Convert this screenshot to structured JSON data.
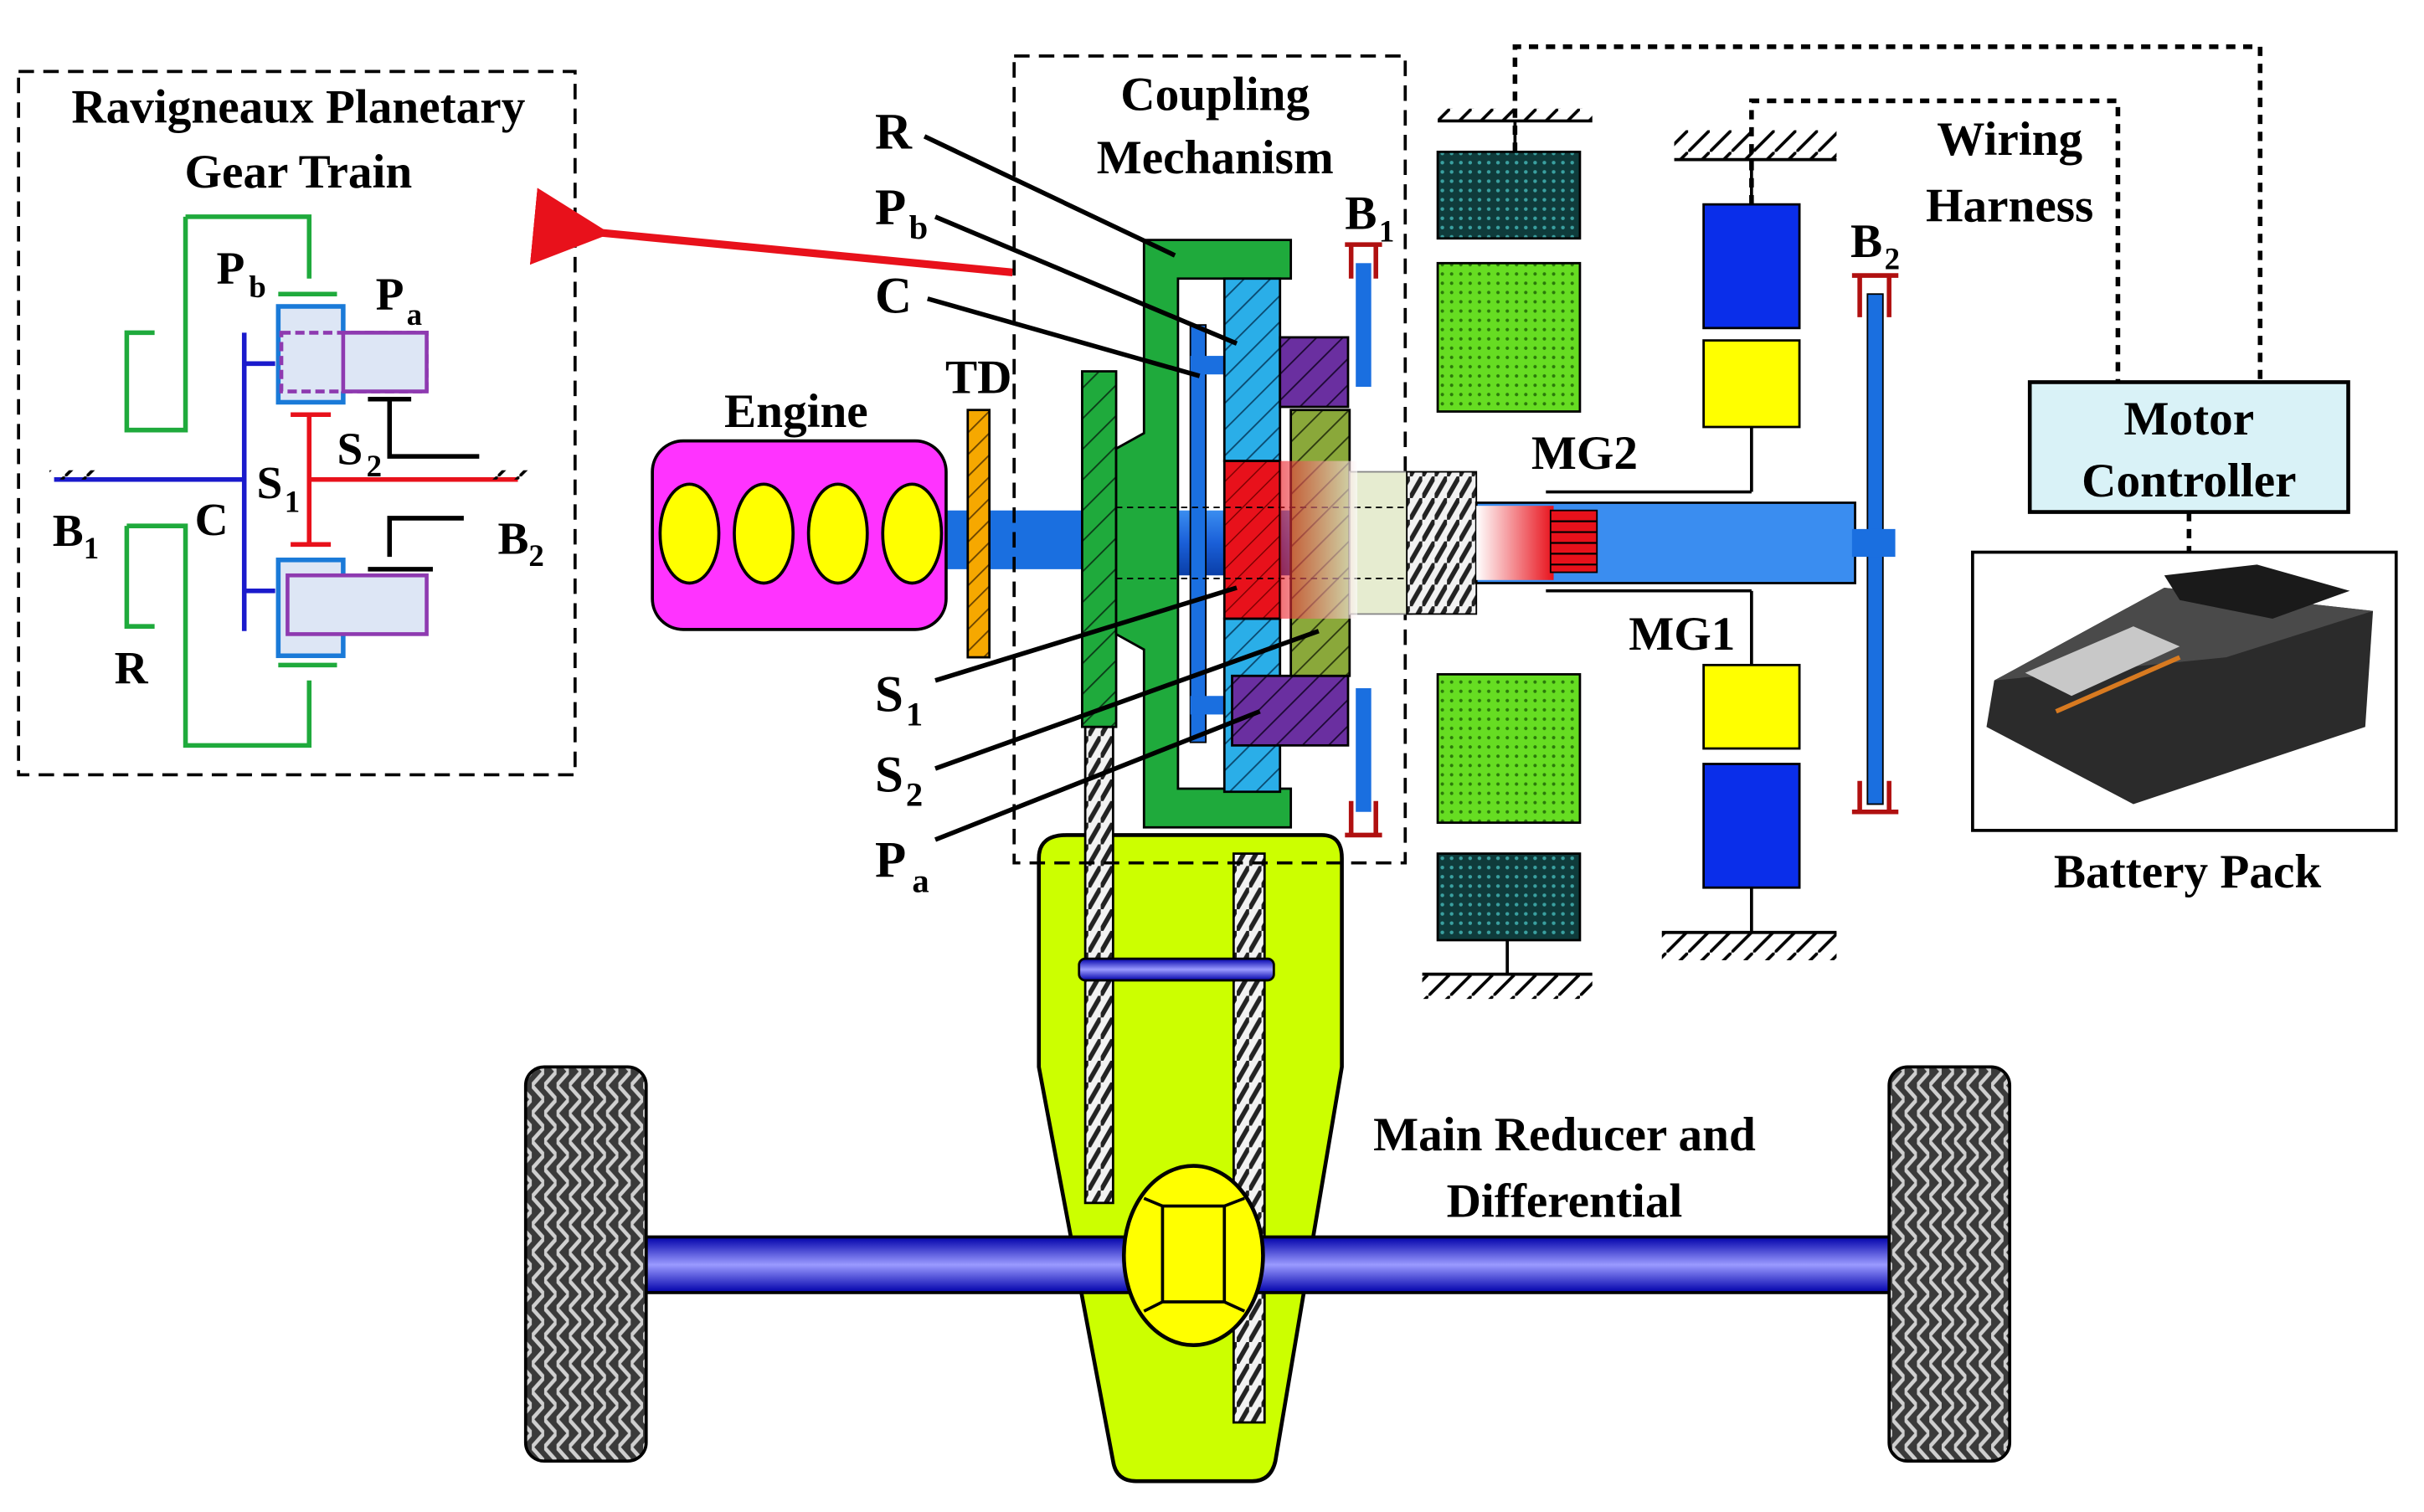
{
  "planetary_box": {
    "title_line1": "Ravigneaux Planetary",
    "title_line2": "Gear Train",
    "labels": {
      "pb": "P",
      "pb_sub": "b",
      "pa": "P",
      "pa_sub": "a",
      "s2": "S",
      "s2_sub": "2",
      "s1": "S",
      "s1_sub": "1",
      "c": "C",
      "b1": "B",
      "b1_sub": "1",
      "b2": "B",
      "b2_sub": "2",
      "r": "R"
    }
  },
  "coupling": {
    "title_line1": "Coupling",
    "title_line2": "Mechanism"
  },
  "callouts": {
    "r": "R",
    "pb": "P",
    "pb_sub": "b",
    "c": "C",
    "s1": "S",
    "s1_sub": "1",
    "s2": "S",
    "s2_sub": "2",
    "pa": "P",
    "pa_sub": "a",
    "b1": "B",
    "b1_sub": "1",
    "b2": "B",
    "b2_sub": "2"
  },
  "engine": "Engine",
  "td": "TD",
  "mg2": "MG2",
  "mg1": "MG1",
  "wiring_line1": "Wiring",
  "wiring_line2": "Harness",
  "motor_controller_line1": "Motor",
  "motor_controller_line2": "Controller",
  "battery_pack": "Battery Pack",
  "reducer_line1": "Main Reducer and",
  "reducer_line2": "Differential",
  "colors": {
    "ring": "#1faa3c",
    "carrier": "#1a1acc",
    "sun1": "#e8111b",
    "engine": "#ff33ff",
    "pistons": "#ffff00",
    "shaft": "#1a6fe0",
    "reducer": "#ccff00",
    "controller": "#d9f2f7",
    "stator": "#0f3b3b",
    "rotor": "#66dd22",
    "mg1_blue": "#0a2eea",
    "mg1_yellow": "#ffff00",
    "td": "#f6a800",
    "pa_gear": "#6a2fa0",
    "pb_gear": "#2aaee8",
    "s2_gear": "#7a9a2a"
  }
}
